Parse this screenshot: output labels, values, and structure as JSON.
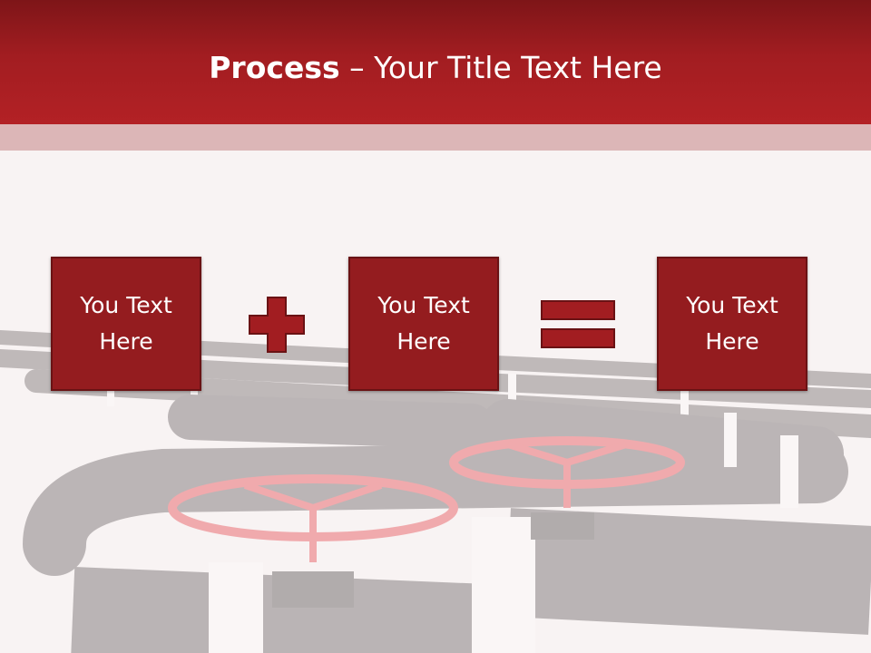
{
  "slide": {
    "title_bold": "Process",
    "title_rest": " – Your Title Text Here",
    "boxes": [
      {
        "text": "You Text\nHere"
      },
      {
        "text": "You Text\nHere"
      },
      {
        "text": "You Text\nHere"
      }
    ],
    "operators": [
      "plus-icon",
      "equals-icon"
    ],
    "colors": {
      "header": "#a21d21",
      "box": "#941c1f",
      "band": "#dcb6b7",
      "operator": "#a21d21"
    }
  }
}
